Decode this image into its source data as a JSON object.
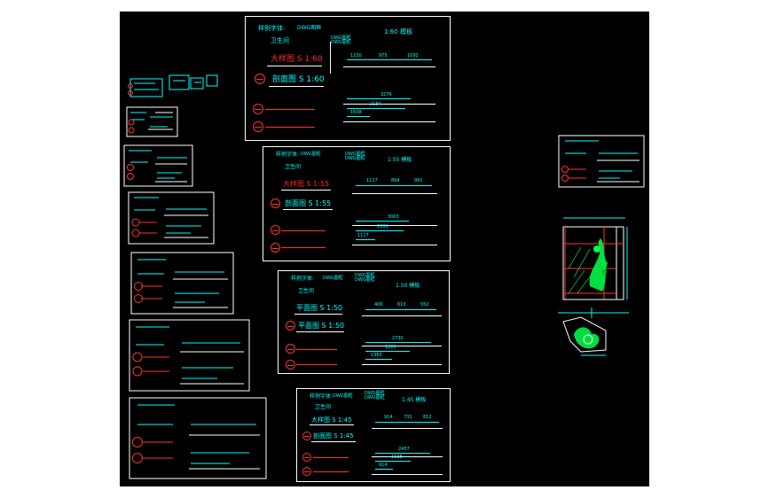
{
  "colors": {
    "background": "#000000",
    "frame": "#ffffff",
    "text": "#00ffff",
    "mark": "#ff3333",
    "plant": "#00ff40"
  },
  "sheets": [
    {
      "header": "样例字体:",
      "note": "DWG图框",
      "room": "卫生间",
      "scale_title": "1:60  模板",
      "plan": "大样图  S 1:60",
      "section": "剖面图  S 1:60",
      "dims_top": [
        "1230",
        "975",
        "1092"
      ],
      "dims_total": "3276",
      "dims_sub1": "2184",
      "dims_sub2": "1638"
    },
    {
      "header": "样例字体:",
      "note": "DWG图框",
      "room": "卫生间",
      "scale_title": "1:55  模板",
      "plan": "大样图  S 1:55",
      "section": "剖面图  S 1:55",
      "dims_top": [
        "1117",
        "894",
        "992"
      ],
      "dims_total": "3003",
      "dims_sub1": "2001",
      "dims_sub2": "1117"
    },
    {
      "header": "样例字体:",
      "note": "DWG图框",
      "room": "卫生间",
      "scale_title": "1:50  模板",
      "plan": "平面图  S 1:50",
      "section": "平面图  S 1:50",
      "dims_top": [
        "406",
        "610",
        "552"
      ],
      "dims_total": "2730",
      "dims_sub1": "1820",
      "dims_sub2": "1365"
    },
    {
      "header": "样例字体:",
      "note": "DWG图框",
      "room": "卫生间",
      "scale_title": "1:45  模板",
      "plan": "大样图  S 1:45",
      "section": "剖面图  S 1:45",
      "dims_top": [
        "914",
        "731",
        "812"
      ],
      "dims_total": "2457",
      "dims_sub1": "1638",
      "dims_sub2": "914"
    }
  ]
}
